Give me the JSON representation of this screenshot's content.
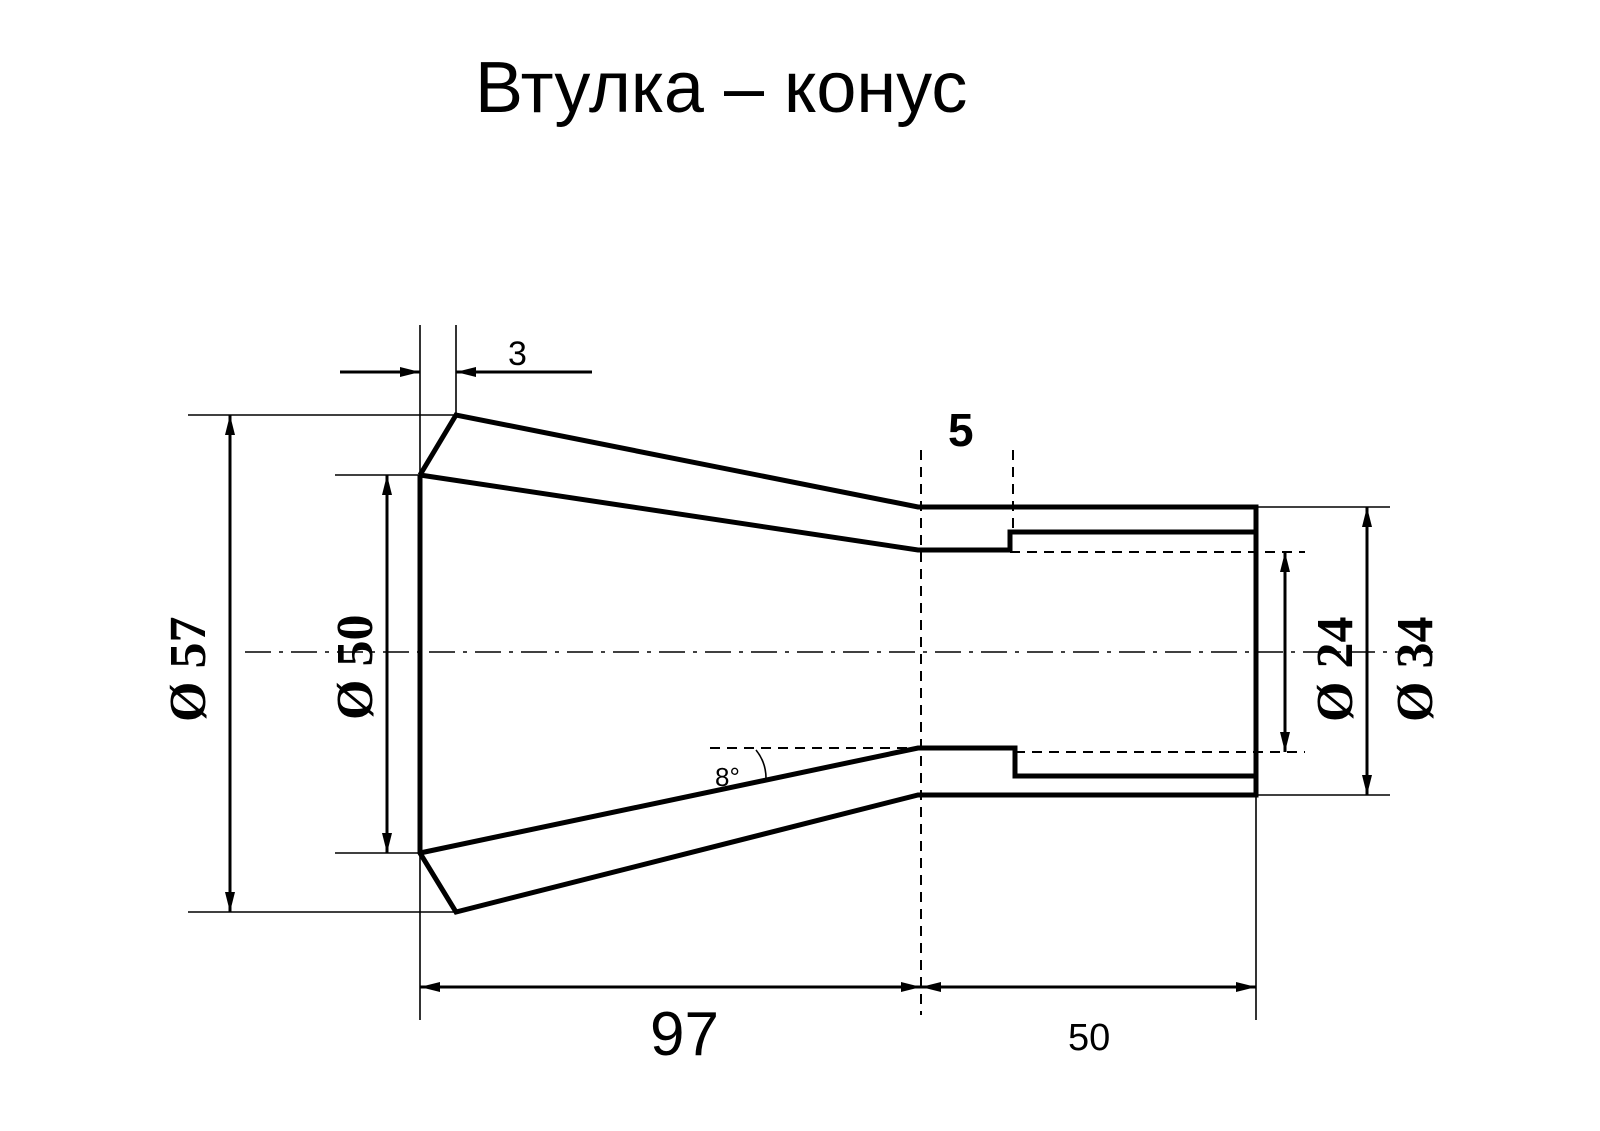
{
  "title": "Втулка – конус",
  "dimensions": {
    "chamfer": "3",
    "step": "5",
    "outer_diameter": "Ø 57",
    "inner_diameter": "Ø 50",
    "cone_length": "97",
    "sleeve_length": "50",
    "bore_diameter": "Ø 24",
    "sleeve_diameter": "Ø 34",
    "angle": "8°"
  }
}
